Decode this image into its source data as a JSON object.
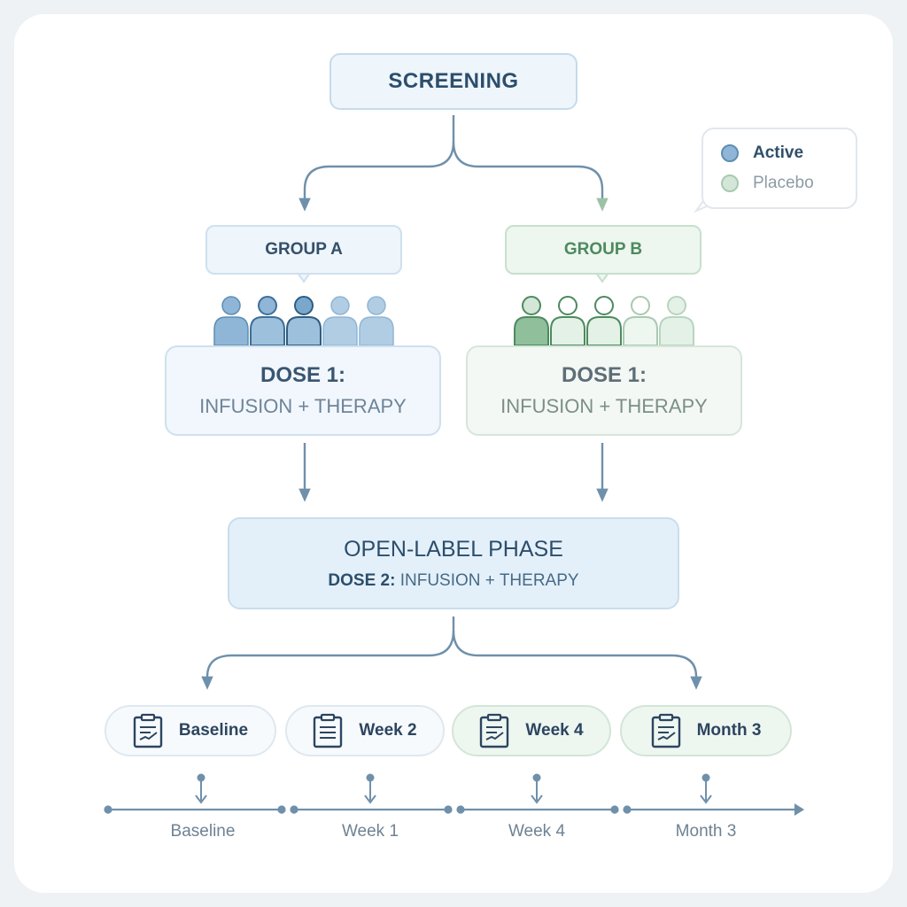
{
  "flow": {
    "screening": "SCREENING",
    "legend": [
      {
        "label": "Active",
        "color": "#8fb6d6"
      },
      {
        "label": "Placebo",
        "color": "#d3e6d8"
      }
    ],
    "group_a": {
      "label": "GROUP A",
      "dose_title": "DOSE 1:",
      "dose_sub": "INFUSION + THERAPY"
    },
    "group_b": {
      "label": "GROUP B",
      "dose_title": "DOSE 1:",
      "dose_sub": "INFUSION + THERAPY"
    },
    "open_label": {
      "title": "OPEN-LABEL PHASE",
      "sub_bold": "DOSE 2:",
      "sub_rest": "INFUSION + THERAPY"
    },
    "visits": [
      {
        "label": "Baseline",
        "icon": "clipboard-chart-icon"
      },
      {
        "label": "Week 2",
        "icon": "clipboard-list-icon"
      },
      {
        "label": "Week 4",
        "icon": "clipboard-chart-icon"
      },
      {
        "label": "Month 3",
        "icon": "clipboard-chart-icon"
      }
    ],
    "timeline": [
      "Baseline",
      "Week 1",
      "Week 4",
      "Month 3"
    ]
  },
  "colors": {
    "active": "#5d8db3",
    "placebo": "#4d8a5e",
    "connector": "#6f90ab"
  }
}
